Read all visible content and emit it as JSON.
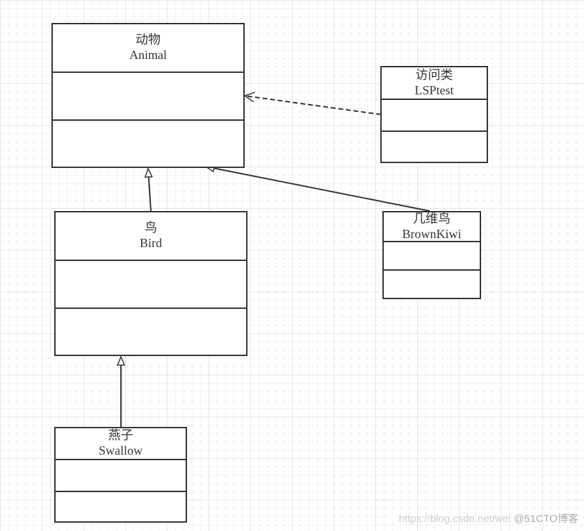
{
  "classes": {
    "animal": {
      "cn": "动物",
      "en": "Animal"
    },
    "lsptest": {
      "cn": "访问类",
      "en": "LSPtest"
    },
    "bird": {
      "cn": "鸟",
      "en": "Bird"
    },
    "brownkiwi": {
      "cn": "几维鸟",
      "en": "BrownKiwi"
    },
    "swallow": {
      "cn": "燕子",
      "en": "Swallow"
    }
  },
  "relations": [
    {
      "from": "lsptest",
      "to": "animal",
      "type": "dependency"
    },
    {
      "from": "bird",
      "to": "animal",
      "type": "generalization"
    },
    {
      "from": "brownkiwi",
      "to": "animal",
      "type": "generalization"
    },
    {
      "from": "swallow",
      "to": "bird",
      "type": "generalization"
    }
  ],
  "watermark": {
    "url": "https://blog.csdn.net/wei",
    "brand": "@51CTO博客"
  },
  "colors": {
    "line": "#333333",
    "grid": "#e6e6e6"
  }
}
